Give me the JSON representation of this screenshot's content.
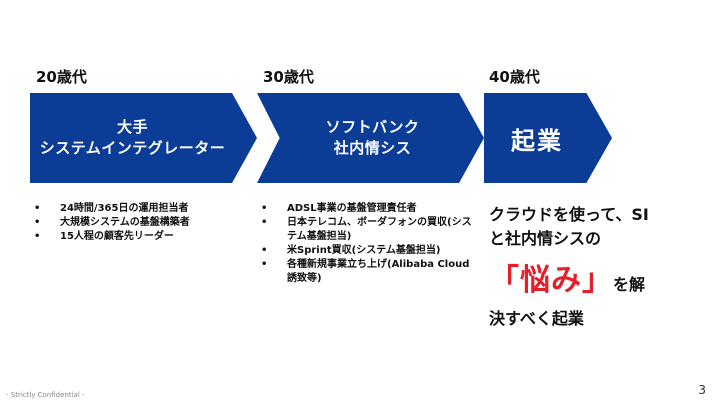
{
  "eras": [
    "20歳代",
    "30歳代",
    "40歳代"
  ],
  "stages": [
    {
      "lines": [
        "大手",
        "システムインテグレーター"
      ]
    },
    {
      "lines": [
        "ソフトバンク",
        "社内情シス"
      ]
    },
    {
      "lines": [
        "起業"
      ]
    }
  ],
  "bullets_20s": [
    "24時間/365日の運用担当者",
    "大規模システムの基盤構築者",
    "15人程の顧客先リーダー"
  ],
  "bullets_30s": [
    "ADSL事業の基盤管理責任者",
    "日本テレコム、ボーダフォンの買収(システム基盤担当)",
    "米Sprint買収(システム基盤担当)",
    "各種新規事業立ち上げ(Alibaba Cloud誘致等)"
  ],
  "message": {
    "line1": "クラウドを使って、SI",
    "line2": "と社内情シスの",
    "quote": "「悩み」",
    "tail": "を解",
    "line4": "決すべく起業"
  },
  "footer": "- Strictly Confidential -",
  "page_number": "3",
  "colors": {
    "chevron": "#0b3c96",
    "accent": "#e3202a"
  }
}
